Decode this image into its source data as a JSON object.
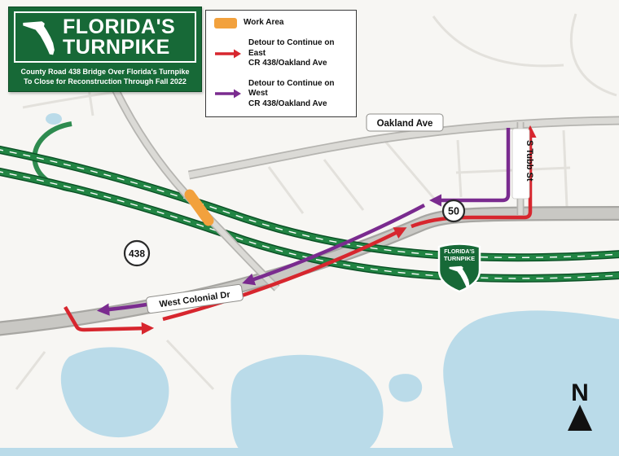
{
  "header": {
    "title_line1": "FLORIDA'S",
    "title_line2": "TURNPIKE",
    "subtitle_line1": "County Road 438 Bridge Over Florida's Turnpike",
    "subtitle_line2": "To Close for Reconstruction Through Fall 2022"
  },
  "legend": {
    "work_area": {
      "label": "Work Area"
    },
    "east_detour": {
      "line1": "Detour to Continue on East",
      "line2": "CR 438/Oakland Ave"
    },
    "west_detour": {
      "line1": "Detour to Continue on West",
      "line2": "CR 438/Oakland Ave"
    }
  },
  "map": {
    "labels": {
      "oakland_ave": "Oakland Ave",
      "s_tubb_st": "S Tubb St",
      "west_colonial_dr": "West Colonial Dr"
    },
    "shields": {
      "sr50": "50",
      "cr438": "438",
      "turnpike_line1": "FLORIDA'S",
      "turnpike_line2": "TURNPIKE"
    },
    "north_arrow_label": "N"
  },
  "colors": {
    "header_green": "#176937",
    "work_area_orange": "#F2A13D",
    "east_detour_red": "#D7262E",
    "west_detour_purple": "#7A2B8F",
    "turnpike_green": "#218443",
    "water_blue": "#BADBE9"
  }
}
